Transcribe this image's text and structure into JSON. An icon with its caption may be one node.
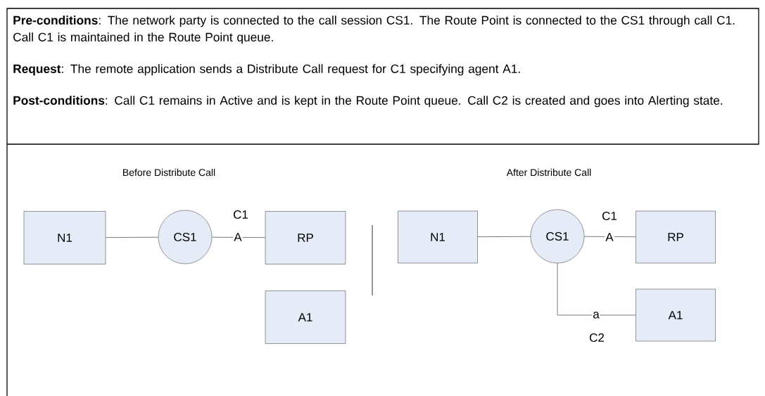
{
  "diagram": {
    "nodes": [
      {
        "text": [
          "N1"
        ]
      },
      {
        "text": [
          "CS1"
        ]
      },
      {
        "text": [
          "RP"
        ]
      },
      {
        "text": [
          "A1"
        ]
      },
      {
        "text": [
          "N1"
        ]
      },
      {
        "text": [
          "CS1"
        ]
      },
      {
        "text": [
          "RP"
        ]
      },
      {
        "text": [
          "A1"
        ]
      }
    ],
    "edges": [
      {
        "from": 0,
        "to": 1,
        "arrow": "none"
      },
      {
        "from": 1,
        "to": 2,
        "arrow": "none",
        "label": "A"
      },
      {
        "from": 4,
        "to": 5,
        "arrow": "none"
      },
      {
        "from": 5,
        "to": 6,
        "arrow": "none",
        "label": "A"
      },
      {
        "from": 5,
        "to": 7,
        "arrow": "none",
        "label": "a"
      }
    ],
    "labels": [
      "**Pre-conditions**:  The network party is connected to the call session CS1.  The Route Point is connected to the CS1 through call C1.  Call C1 is maintained in the Route Point queue.",
      "**Request**:  The remote application sends a Distribute Call request for C1 specifying agent A1.",
      "**Post-conditions**:  Call C1 remains in Active and is kept in the Route Point queue.  Call C2 is created and goes into Alerting state.",
      "Before Distribute Call",
      "After Distribute Call",
      "C1",
      "C1",
      "C2"
    ]
  }
}
